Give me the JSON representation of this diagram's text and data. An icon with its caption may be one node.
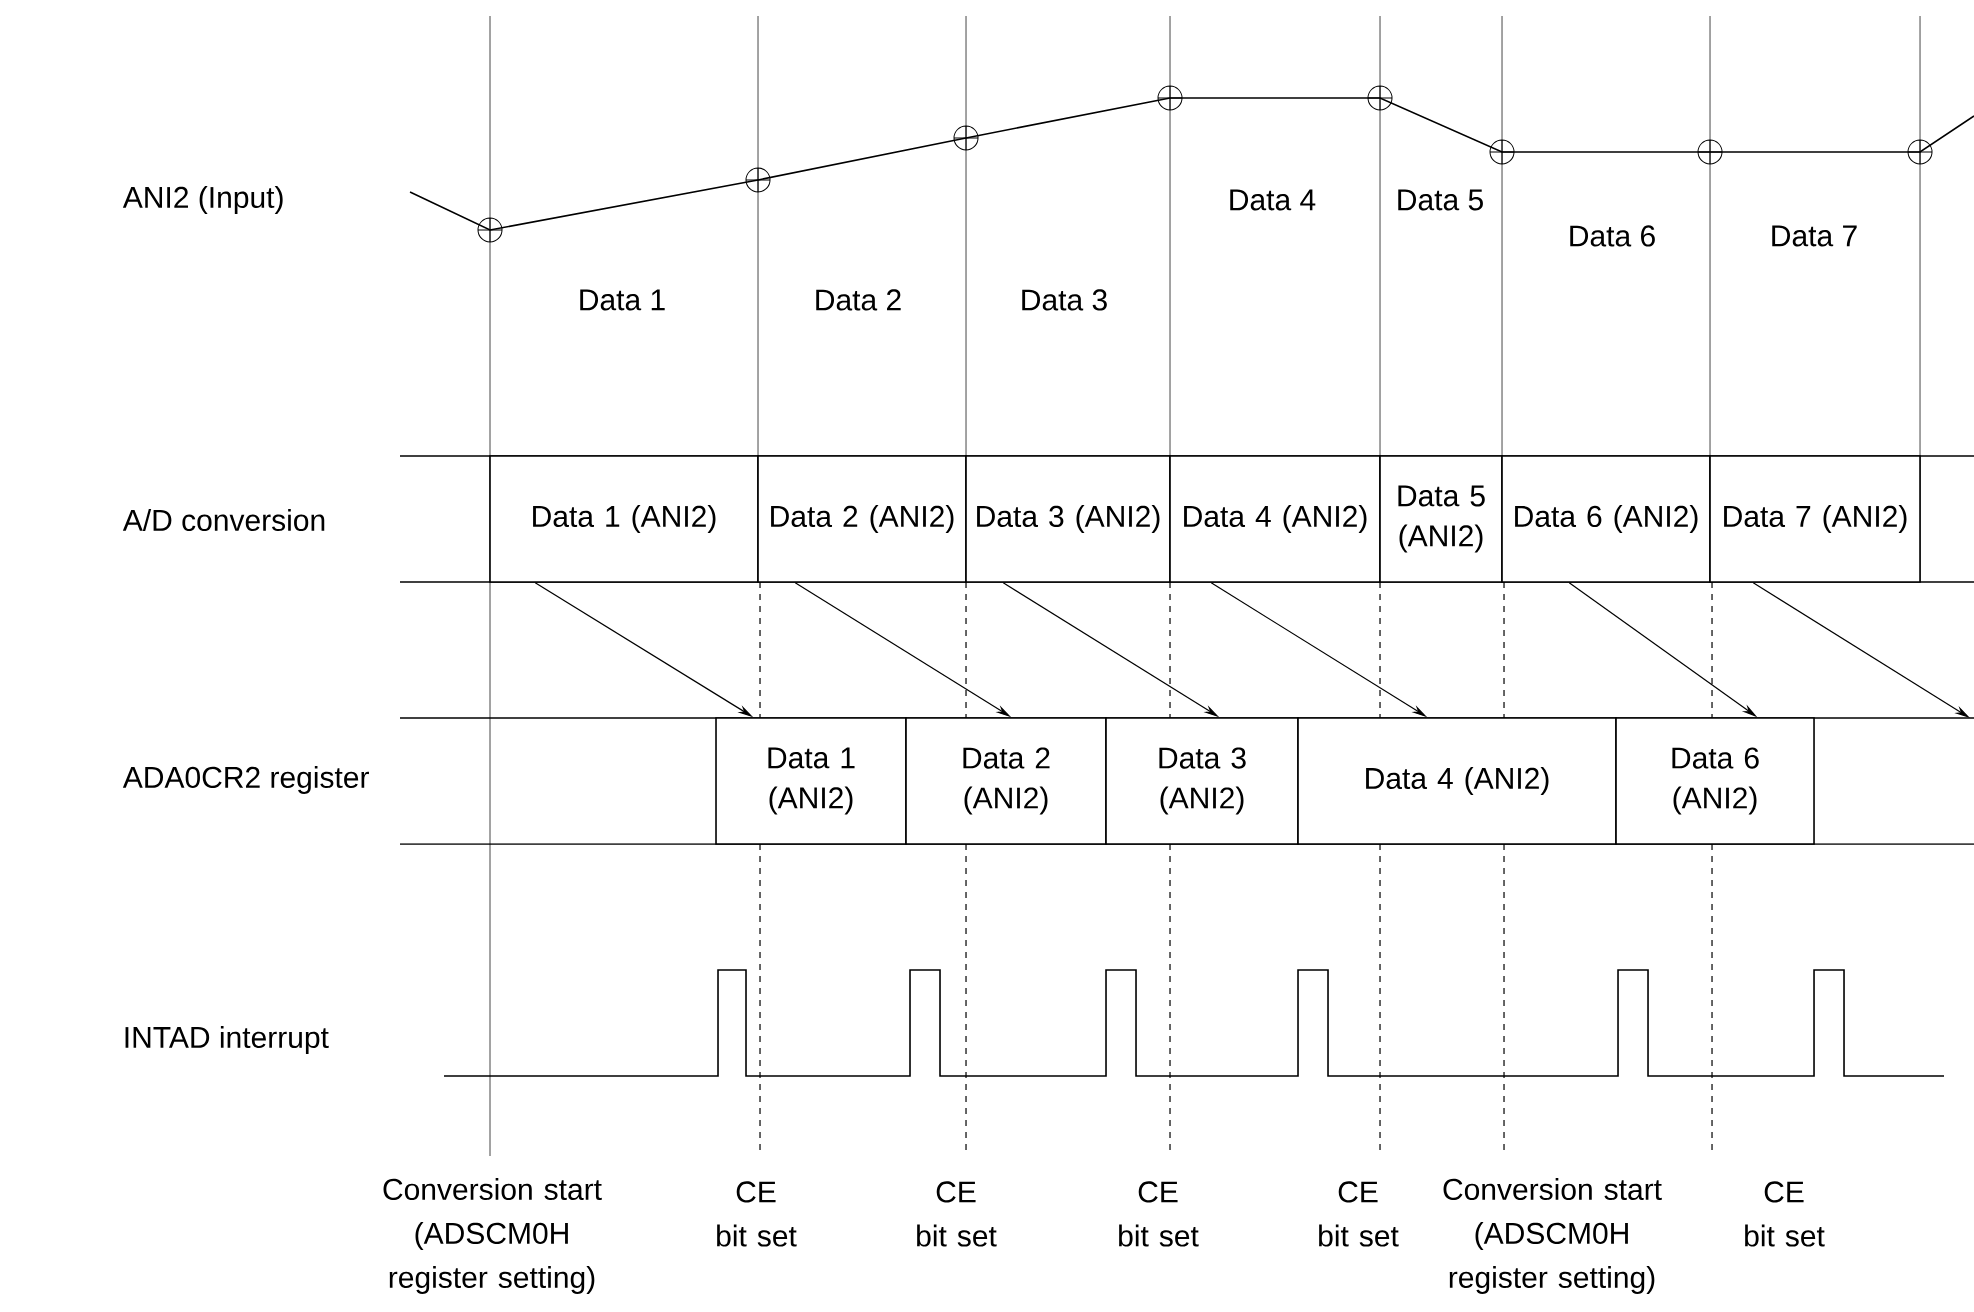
{
  "diagram": {
    "nodes": [
      {
        "text": [
          "Data 1 (ANI2)"
        ]
      },
      {
        "text": [
          "Data 2 (ANI2)"
        ]
      },
      {
        "text": [
          "Data 3 (ANI2)"
        ]
      },
      {
        "text": [
          "Data 4 (ANI2)"
        ]
      },
      {
        "text": [
          "Data 5 (ANI2)"
        ]
      },
      {
        "text": [
          "Data 6 (ANI2)"
        ]
      },
      {
        "text": [
          "Data 7 (ANI2)"
        ]
      },
      {
        "text": [
          "Data 1 (ANI2)"
        ]
      },
      {
        "text": [
          "Data 2 (ANI2)"
        ]
      },
      {
        "text": [
          "Data 3 (ANI2)"
        ]
      },
      {
        "text": [
          "Data 4 (ANI2)"
        ]
      },
      {
        "text": [
          "Data 6 (ANI2)"
        ]
      }
    ],
    "edges": [
      {
        "from": 0,
        "to": 7,
        "arrow": "to"
      },
      {
        "from": 1,
        "to": 8,
        "arrow": "to"
      },
      {
        "from": 2,
        "to": 9,
        "arrow": "to"
      },
      {
        "from": 3,
        "to": 10,
        "arrow": "to"
      },
      {
        "from": 5,
        "to": 11,
        "arrow": "to"
      },
      {
        "from": 6,
        "to": null,
        "arrow": "to"
      }
    ],
    "labels": [
      "ANI2 (Input)",
      "Data 4",
      "Data 5",
      "Data 6",
      "Data 7",
      "Data 1",
      "Data 2",
      "Data 3",
      "A/D conversion",
      "ADA0CR2 register",
      "INTAD interrupt",
      "Conversion start (ADSCM0H register setting)",
      "CE bit set",
      "CE bit set",
      "CE bit set",
      "CE bit set",
      "Conversion start (ADSCM0H register setting)",
      "CE bit set"
    ]
  }
}
